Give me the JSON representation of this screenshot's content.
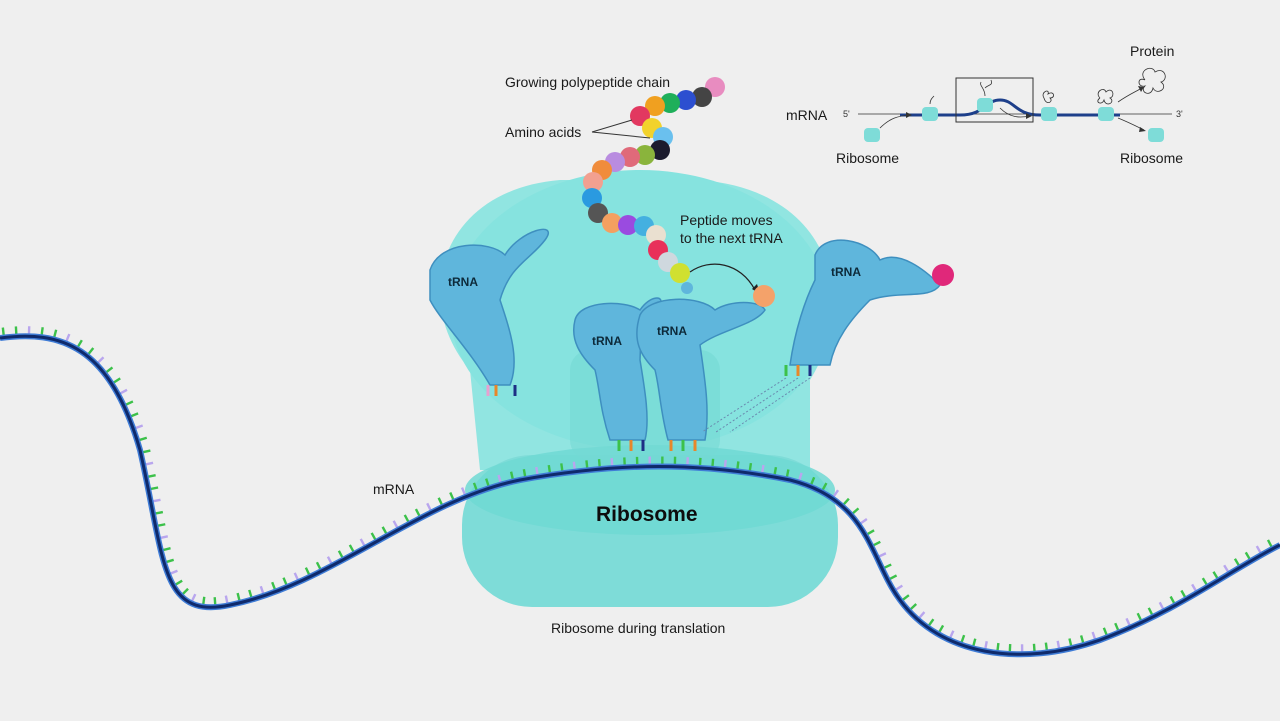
{
  "main_diagram": {
    "caption": "Ribosome during translation",
    "ribosome_label": "Ribosome",
    "mrna_label": "mRNA",
    "trna_label": "tRNA",
    "growing_chain_label": "Growing polypeptide chain",
    "amino_acids_label": "Amino acids",
    "peptide_moves_line1": "Peptide moves",
    "peptide_moves_line2": "to the next tRNA"
  },
  "inset": {
    "mrna_label": "mRNA",
    "five_prime": "5'",
    "three_prime": "3'",
    "protein_label": "Protein",
    "ribosome_left_label": "Ribosome",
    "ribosome_right_label": "Ribosome"
  },
  "colors": {
    "background": "#efefef",
    "ribosome": "#7fe0dc",
    "ribosome_dark": "#5fd0cc",
    "trna": "#5fb8dc",
    "mrna_backbone": "#0f2a6b",
    "base_green": "#3cc14a",
    "base_orange": "#e8872a",
    "base_lavender": "#b9a6ee",
    "base_navy": "#1d2f85"
  }
}
